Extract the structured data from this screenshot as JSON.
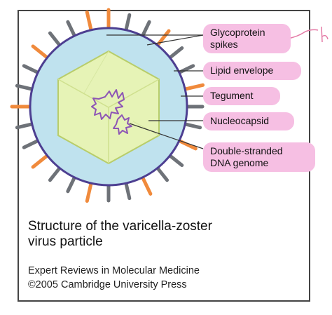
{
  "labels": {
    "spikes_line1": "Glycoprotein",
    "spikes_line2": "spikes",
    "envelope": "Lipid envelope",
    "tegument": "Tegument",
    "nucleocapsid": "Nucleocapsid",
    "dna_line1": "Double-stranded",
    "dna_line2": "DNA genome"
  },
  "caption": {
    "line1": "Structure of the varicella-zoster",
    "line2": "virus particle"
  },
  "source": {
    "line1": "Expert Reviews in Molecular Medicine",
    "line2": "©2005 Cambridge University Press"
  },
  "colors": {
    "tegument_fill": "#bfe2ee",
    "envelope_stroke": "#4d3f91",
    "capsid_fill": "#e6f3b6",
    "capsid_stroke": "#b8cd6a",
    "spike_orange": "#f08a3c",
    "spike_gray": "#6e7278",
    "dna": "#8d55b5",
    "label_bg": "#f6bfe3",
    "annotation_pink": "#e47aa6"
  }
}
